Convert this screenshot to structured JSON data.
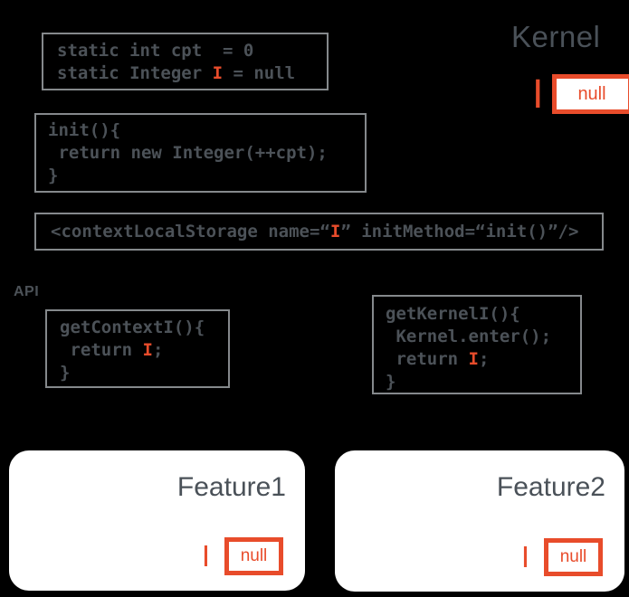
{
  "colors": {
    "accent": "#E84C2B",
    "code_text": "#4C5258",
    "box_border": "#85898C",
    "title_text": "#4A5158",
    "card_bg": "#FFFFFF",
    "background": "#000000"
  },
  "kernel": {
    "title": "Kernel",
    "variable": "I",
    "value": "null"
  },
  "api": {
    "label": "API"
  },
  "code": {
    "statics": {
      "line1": "static int cpt  = 0",
      "line2_pre": "static Integer ",
      "line2_var": "I",
      "line2_post": " = null"
    },
    "init": {
      "line1": "init(){",
      "line2": " return new Integer(++cpt);",
      "line3": "}"
    },
    "context_local_storage": {
      "pre": "<contextLocalStorage name=“",
      "var": "I",
      "post": "” initMethod=“init()”/>"
    },
    "get_context_i": {
      "line1": "getContextI(){",
      "line2_pre": " return ",
      "line2_var": "I",
      "line2_post": ";",
      "line3": "}"
    },
    "get_kernel_i": {
      "line1": "getKernelI(){",
      "line2": " Kernel.enter();",
      "line3_pre": " return ",
      "line3_var": "I",
      "line3_post": ";",
      "line4": "}"
    }
  },
  "features": [
    {
      "title": "Feature1",
      "variable": "I",
      "value": "null"
    },
    {
      "title": "Feature2",
      "variable": "I",
      "value": "null"
    }
  ]
}
